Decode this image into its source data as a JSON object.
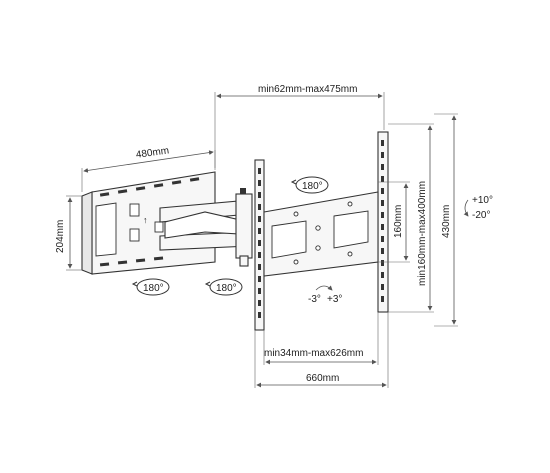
{
  "labels": {
    "top_reach": "min62mm-max475mm",
    "wall_width": "480mm",
    "wall_height": "204mm",
    "vesa_height_small": "160mm",
    "vesa_height_range": "min160mm-max400mm",
    "total_height": "430mm",
    "tilt_up": "+10°",
    "tilt_down": "-20°",
    "swivel_head": "180°",
    "swivel_left": "180°",
    "swivel_mid": "180°",
    "level_minus": "-3°",
    "level_plus": "+3°",
    "vesa_width_range": "min34mm-max626mm",
    "total_width": "660mm"
  }
}
